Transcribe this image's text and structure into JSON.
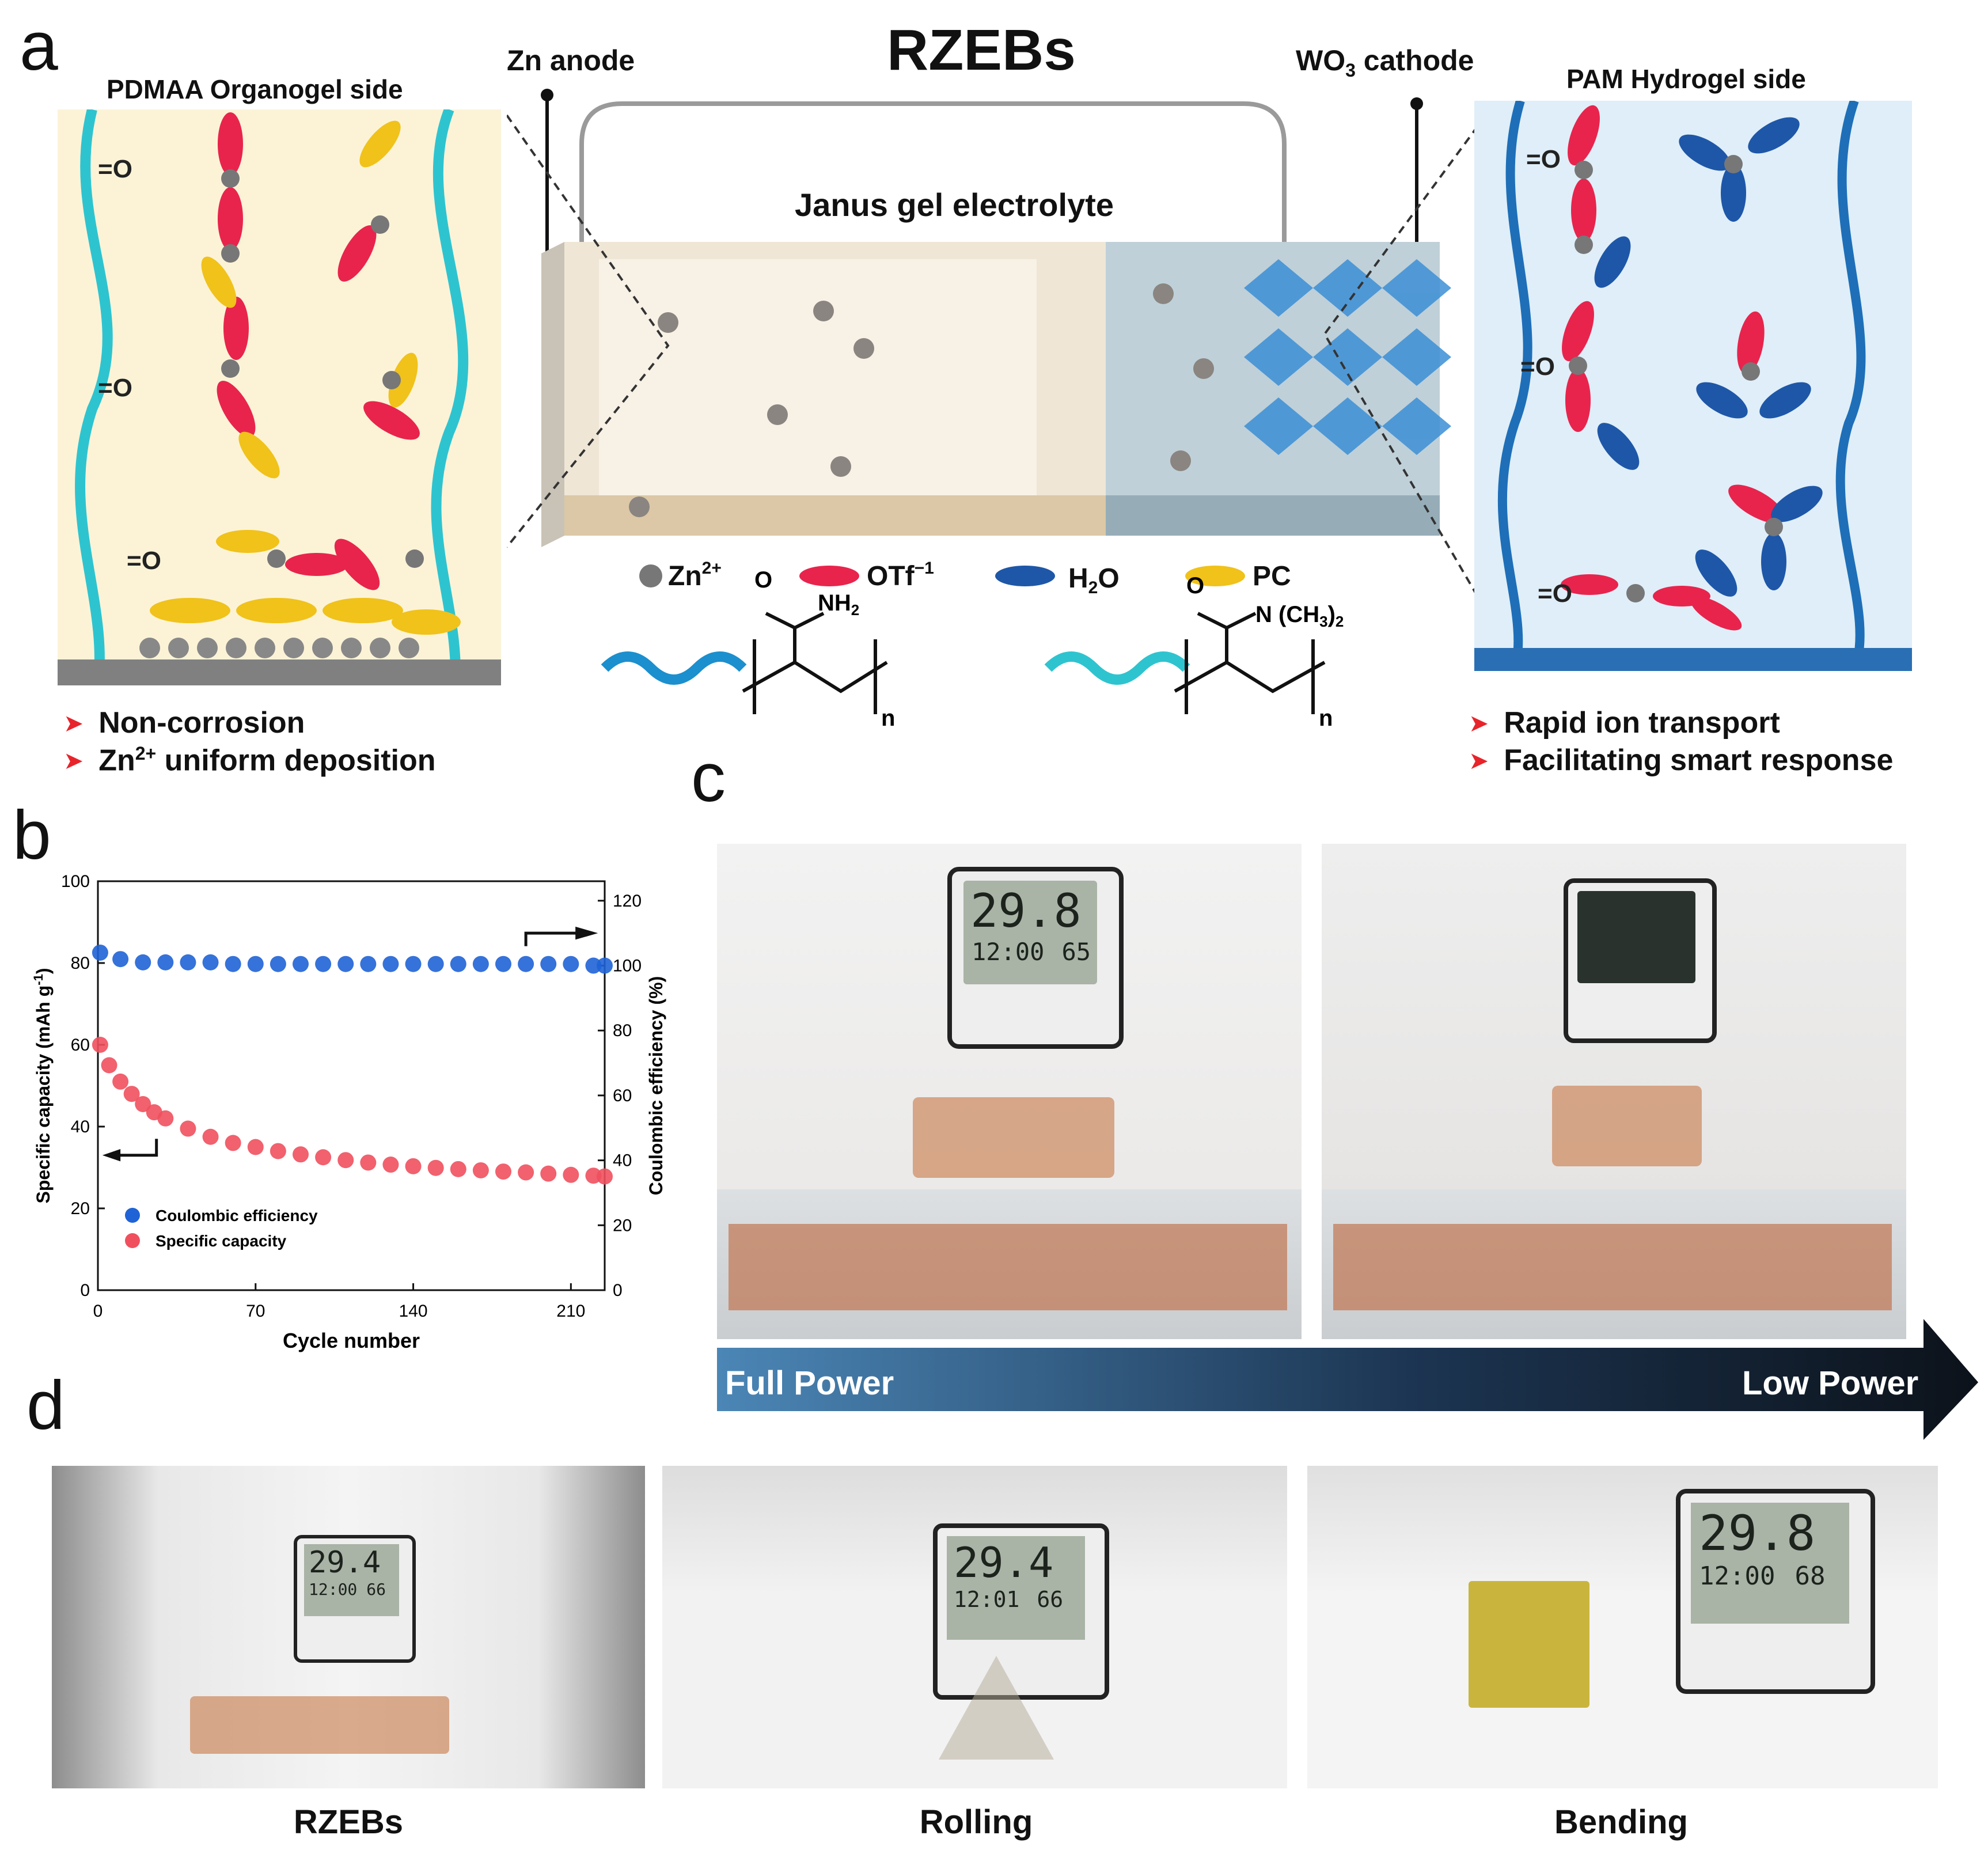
{
  "panel_labels": {
    "a": "a",
    "b": "b",
    "c": "c",
    "d": "d"
  },
  "panel_a": {
    "title": "RZEBs",
    "zn_anode": "Zn anode",
    "wo3_cathode": "WO",
    "wo3_sub": "3",
    "wo3_suffix": " cathode",
    "left_title": "PDMAA Organogel side",
    "right_title": "PAM Hydrogel side",
    "janus": "Janus gel electrolyte",
    "legend": {
      "zn": "Zn",
      "zn_sup": "2+",
      "otf": "OTf",
      "otf_sup": "−1",
      "h2o_h": "H",
      "h2o_sub": "2",
      "h2o_o": "O",
      "pc": "PC"
    },
    "o_bond": "=O",
    "structure_left": {
      "top": "O",
      "nh2": "NH",
      "nh2_sub": "2",
      "n": "n"
    },
    "structure_right": {
      "top": "O",
      "group": "N (CH",
      "group_sub": "3",
      "group_end": ")",
      "group_sub2": "2",
      "n": "n"
    },
    "bullets_left": [
      "Non-corrosion",
      "Zn",
      "2+",
      " uniform deposition"
    ],
    "bullets_right": [
      "Rapid ion transport",
      "Facilitating smart response"
    ]
  },
  "panel_c": {
    "left_label": "Full Power",
    "right_label": "Low Power",
    "display_temp": "29.8",
    "display_time": "12:00",
    "display_hum": "65"
  },
  "panel_d": {
    "captions": [
      "RZEBs",
      "Rolling",
      "Bending"
    ],
    "displays": [
      {
        "temp": "29.4",
        "time": "12:00",
        "hum": "66"
      },
      {
        "temp": "29.4",
        "time": "12:01",
        "hum": "66"
      },
      {
        "temp": "29.8",
        "time": "12:00",
        "hum": "68"
      }
    ]
  },
  "chart_data": {
    "type": "scatter",
    "xlabel": "Cycle number",
    "ylabel": "Specific capacity (mAh g",
    "ylabel_sup": "-1",
    "ylabel_end": ")",
    "y2label": "Coulombic efficiency (%)",
    "xlim": [
      0,
      225
    ],
    "ylim": [
      0,
      100
    ],
    "y2lim": [
      0,
      126
    ],
    "xticks": [
      0,
      70,
      140,
      210
    ],
    "yticks": [
      0,
      20,
      40,
      60,
      80,
      100
    ],
    "y2ticks": [
      0,
      20,
      40,
      60,
      80,
      100,
      120
    ],
    "series": [
      {
        "name": "Coulombic efficiency",
        "axis": "right",
        "color": "#1f63d6",
        "x": [
          1,
          10,
          20,
          30,
          40,
          50,
          60,
          70,
          80,
          90,
          100,
          110,
          120,
          130,
          140,
          150,
          160,
          170,
          180,
          190,
          200,
          210,
          220,
          225
        ],
        "y": [
          104,
          102,
          101,
          101,
          101,
          101,
          100.5,
          100.5,
          100.5,
          100.5,
          100.5,
          100.5,
          100.5,
          100.5,
          100.5,
          100.5,
          100.5,
          100.5,
          100.5,
          100.5,
          100.5,
          100.5,
          100,
          100
        ]
      },
      {
        "name": "Specific capacity",
        "axis": "left",
        "color": "#f0505e",
        "x": [
          1,
          5,
          10,
          15,
          20,
          25,
          30,
          40,
          50,
          60,
          70,
          80,
          90,
          100,
          110,
          120,
          130,
          140,
          150,
          160,
          170,
          180,
          190,
          200,
          210,
          220,
          225
        ],
        "y": [
          60,
          55,
          51,
          48,
          45.5,
          43.5,
          42,
          39.5,
          37.5,
          36,
          35,
          34,
          33.2,
          32.5,
          31.8,
          31.2,
          30.7,
          30.3,
          29.9,
          29.6,
          29.3,
          29,
          28.8,
          28.5,
          28.2,
          28,
          27.8
        ]
      }
    ],
    "grid": false,
    "legend_position": "bottom-left"
  }
}
